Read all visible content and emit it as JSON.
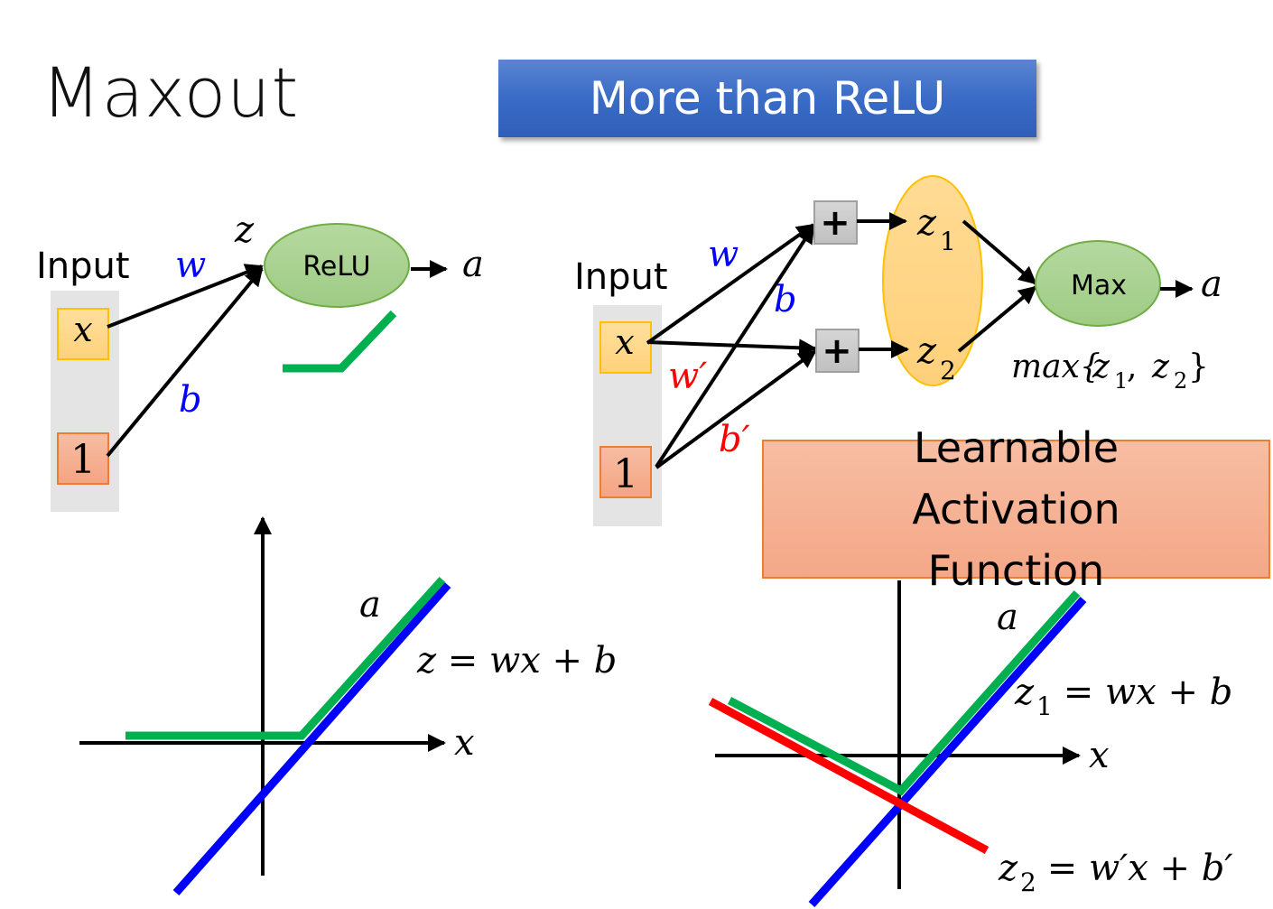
{
  "slide": {
    "title": "Maxout",
    "banner": "More than ReLU",
    "callout": "Learnable Activation Function"
  },
  "colors": {
    "banner_blue": "#3a6bc6",
    "input_x_fill": "#ffd88a",
    "input_x_border": "#ffc000",
    "input_1_fill": "#f4a888",
    "input_1_border": "#ed7d31",
    "input_panel": "#e4e4e4",
    "node_green": "#a9d18e",
    "node_green_border": "#70ad47",
    "group_orange": "#ffd580",
    "plus_box": "#c8c8c8",
    "curve_green": "#00b050",
    "line_blue": "#0000ff",
    "line_red": "#ff0000",
    "label_blue": "#0000ff",
    "label_red": "#ff0000"
  },
  "relu_network": {
    "input_label": "Input",
    "inputs": [
      "x",
      "1"
    ],
    "weights": {
      "w": "w",
      "b": "b"
    },
    "pre_activation": "z",
    "node_label": "ReLU",
    "output": "a"
  },
  "maxout_network": {
    "input_label": "Input",
    "inputs": [
      "x",
      "1"
    ],
    "weights": {
      "w": "w",
      "b": "b",
      "w_prime": "w′",
      "b_prime": "b′"
    },
    "sum_symbol": "+",
    "group": [
      "z",
      "z"
    ],
    "group_subs": [
      "1",
      "2"
    ],
    "node_label": "Max",
    "output": "a",
    "formula": {
      "prefix": "max{",
      "z1": "z",
      "s1": "1",
      "comma": " ,",
      "z2": "z",
      "s2": "2",
      "suffix": " }"
    }
  },
  "relu_plot": {
    "y_label": "a",
    "x_label": "x",
    "equation": "z = wx + b"
  },
  "maxout_plot": {
    "y_label": "a",
    "x_label": "x",
    "eq1": {
      "lhs": "z",
      "sub": "1",
      "rhs": " = wx + b"
    },
    "eq2": {
      "lhs": "z",
      "sub": "2",
      "rhs": " = w′x + b′"
    }
  }
}
